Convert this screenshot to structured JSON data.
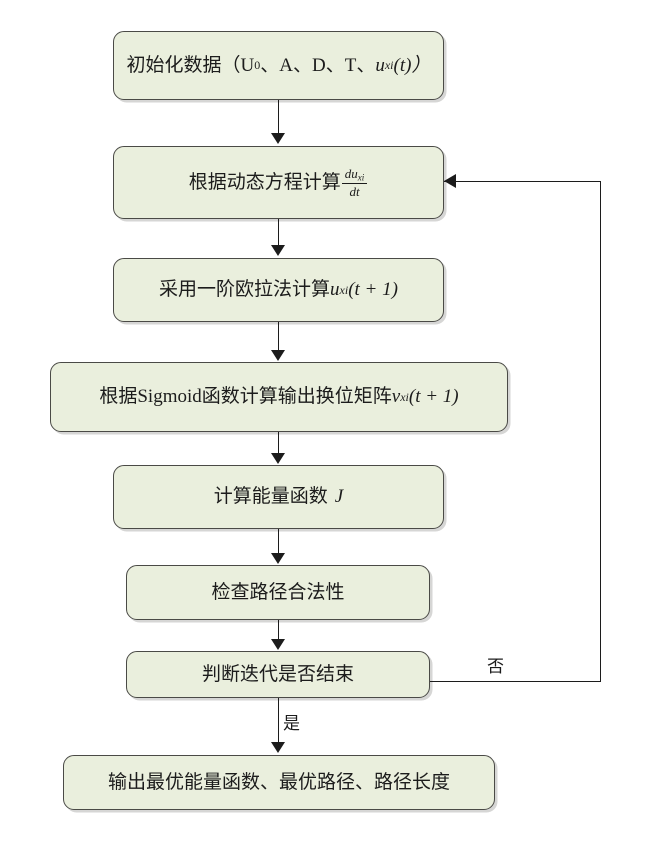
{
  "diagram": {
    "title": "Hopfield neural network TSP solving flowchart",
    "style": {
      "node_fill": "#eaefdd",
      "node_border": "#4a4a46",
      "line_color": "#1c1c1c",
      "background": "#ffffff"
    }
  },
  "nodes": [
    {
      "id": "init",
      "prefix": "初始化数据（U",
      "sub0": "0",
      "middle": "、A、D、T、",
      "var": "u",
      "varsub": "xi",
      "suffix": "(t)）"
    },
    {
      "id": "dynamic-eq",
      "text": "根据动态方程计算",
      "frac_num_d": "d",
      "frac_num_u": "u",
      "frac_num_sub": "xi",
      "frac_den": "dt"
    },
    {
      "id": "euler",
      "text": "采用一阶欧拉法计算",
      "var": "u",
      "varsub": "xi",
      "suffix": "(t + 1)"
    },
    {
      "id": "sigmoid",
      "text": "根据Sigmoid函数计算输出换位矩阵",
      "var": "v",
      "varsub": "xi",
      "suffix": "(t + 1)"
    },
    {
      "id": "energy",
      "text": "计算能量函数",
      "var": "J"
    },
    {
      "id": "check-path",
      "text": "检查路径合法性"
    },
    {
      "id": "decision",
      "text": "判断迭代是否结束"
    },
    {
      "id": "output",
      "text": "输出最优能量函数、最优路径、路径长度"
    }
  ],
  "edges": {
    "no_label": "否",
    "yes_label": "是"
  }
}
